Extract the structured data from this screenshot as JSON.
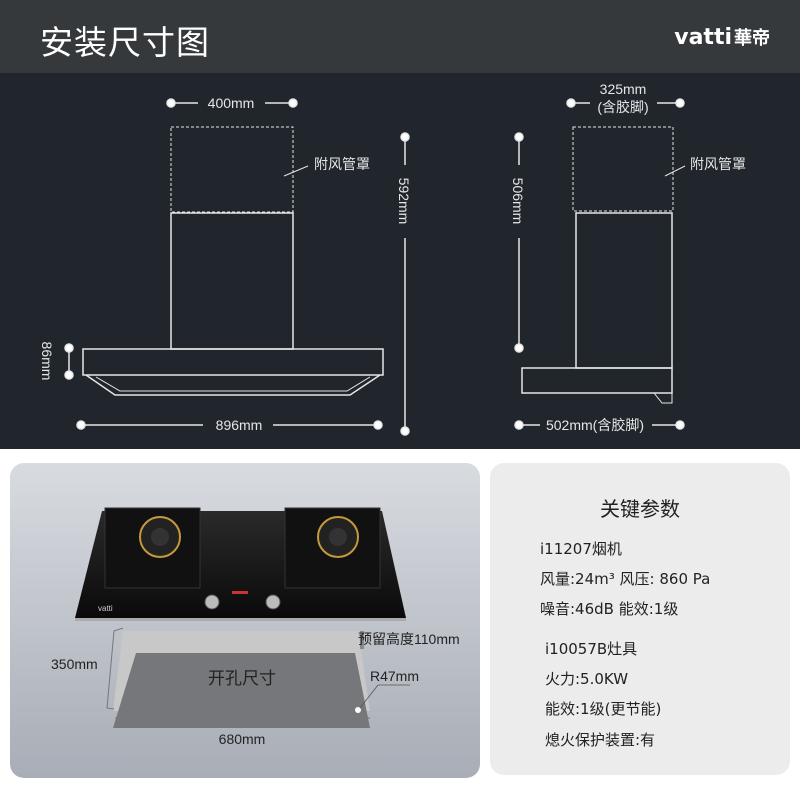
{
  "header": {
    "title": "安装尺寸图",
    "logo_text": "vatti",
    "logo_cn": "華帝"
  },
  "front_view": {
    "width_top": "400mm",
    "duct_label": "附风管罩",
    "height": "592mm",
    "hood_height": "86mm",
    "width_bottom": "896mm"
  },
  "side_view": {
    "depth_top": "325mm",
    "depth_top_note": "(含胶脚)",
    "duct_label": "附风管罩",
    "height": "506mm",
    "depth_bottom": "502mm(含胶脚)"
  },
  "cooktop": {
    "brand": "vatti",
    "reserved_height": "预留高度110mm",
    "depth": "350mm",
    "cutout_label": "开孔尺寸",
    "radius": "R47mm",
    "width": "680mm"
  },
  "params": {
    "title": "关键参数",
    "hood_model": "i11207烟机",
    "hood_lines": [
      "风量:24m³  风压: 860 Pa",
      "噪音:46dB  能效:1级"
    ],
    "stove_model": "i10057B灶具",
    "stove_lines": [
      "火力:5.0KW",
      "能效:1级(更节能)",
      "熄火保护装置:有"
    ]
  }
}
